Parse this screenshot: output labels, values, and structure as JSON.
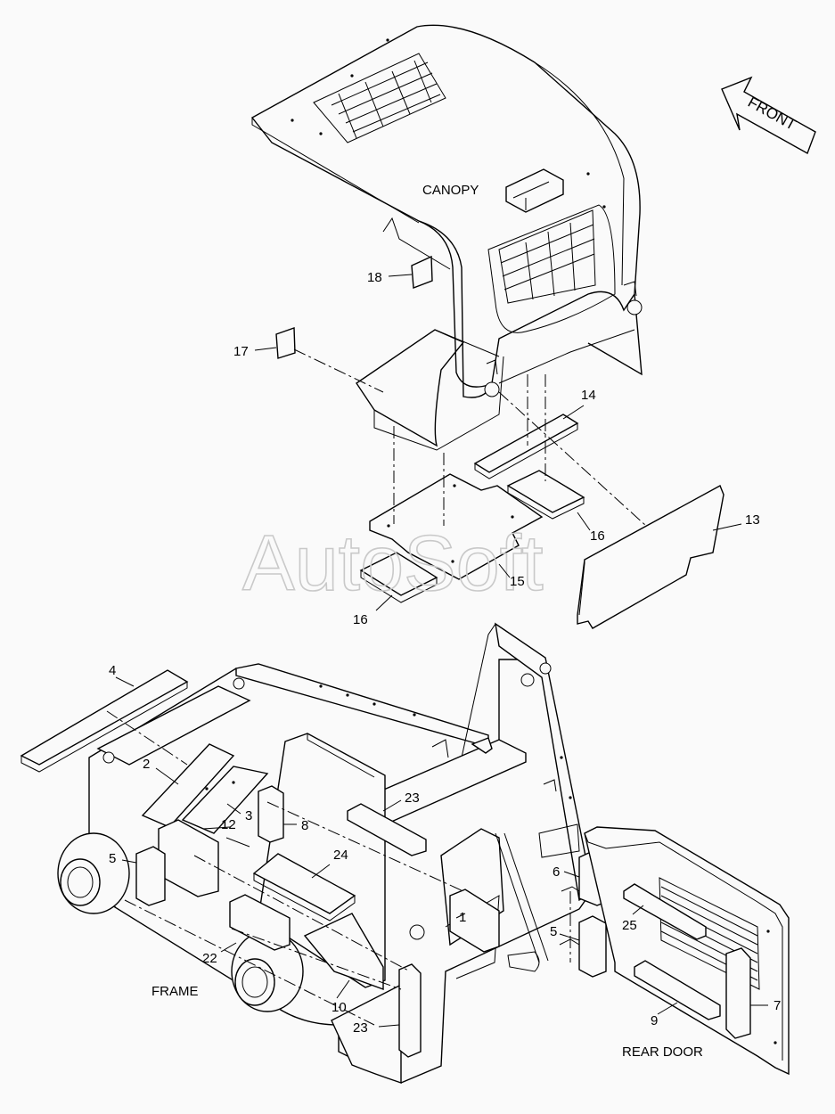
{
  "labels": {
    "canopy": "CANOPY",
    "frame": "FRAME",
    "rear_door": "REAR DOOR",
    "front": "FRONT"
  },
  "watermark": "AutoSoft",
  "callouts": [
    "1",
    "2",
    "3",
    "4",
    "5",
    "5",
    "6",
    "7",
    "8",
    "9",
    "10",
    "12",
    "13",
    "14",
    "15",
    "16",
    "16",
    "17",
    "18",
    "22",
    "23",
    "23",
    "24",
    "25"
  ]
}
